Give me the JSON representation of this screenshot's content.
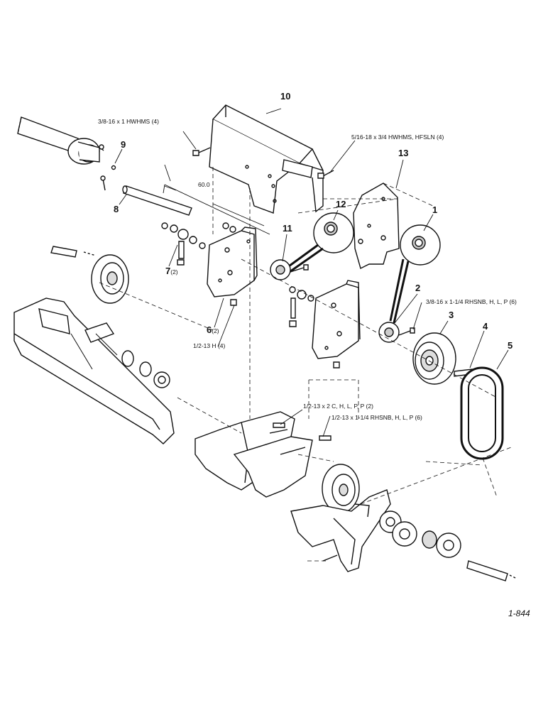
{
  "callouts": {
    "c1": "1",
    "c2": "2",
    "c3": "3",
    "c4": "4",
    "c5": "5",
    "c6": "6",
    "c6q": "(2)",
    "c7": "7",
    "c7q": "(2)",
    "c8": "8",
    "c9": "9",
    "c10": "10",
    "c11": "11",
    "c12": "12",
    "c13": "13"
  },
  "hardware": {
    "h1": "3/8-16 x 1 HWHMS (4)",
    "h2": "5/16-18 x 3/4 HWHMS, HFSLN (4)",
    "h3": "3/8-16 x 1-1/4 RHSNB, H, L, P (6)",
    "h4": "1/2-13 H (4)",
    "h5": "1/2-13 x 2 C, H, L, P, P (2)",
    "h6": "1/2-13 x 1-1/4 RHSNB, H, L, P (6)"
  },
  "dimension": "60.0",
  "figure_id": "1-844",
  "colors": {
    "ink": "#111111",
    "paper": "#ffffff",
    "shade": "#666666"
  }
}
